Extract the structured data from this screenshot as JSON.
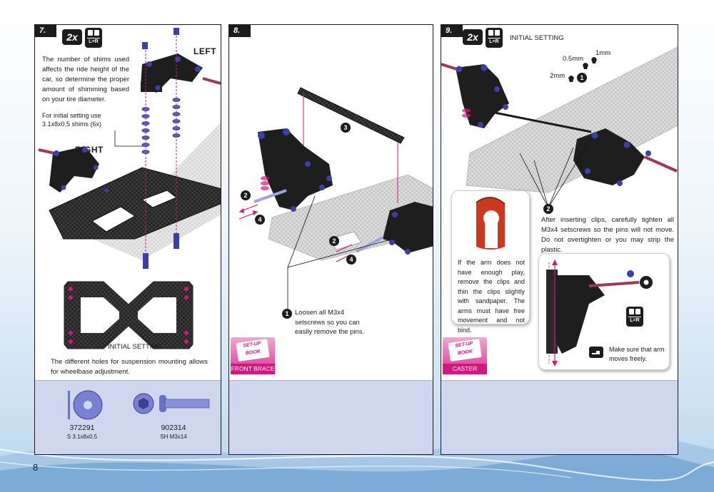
{
  "page_number": "8",
  "step7": {
    "number": "7.",
    "qty_badge": "2x",
    "lr_label": "L=R",
    "label_left": "LEFT",
    "label_right": "RIGHT",
    "text_shims": "The number of shims used affects the ride height of the car, so determine the proper amount of shimming based on your tire diameter.",
    "text_initial": "For initial setting use 3.1x8x0.5 shims (6x)",
    "plate_label": "INITIAL SETTING",
    "text_holes": "The different holes for suspension mounting allows for wheelbase adjustment.",
    "parts": [
      {
        "code": "372291",
        "desc": "S 3.1x8x0.5"
      },
      {
        "code": "902314",
        "desc": "SH M3x14"
      }
    ]
  },
  "step8": {
    "number": "8.",
    "callout_1": "Loosen all M3x4 setscrews so you can easily remove the pins.",
    "marker_1": "1",
    "marker_2": "2",
    "marker_3": "3",
    "marker_4": "4",
    "book_title": "SET-UP BOOK",
    "book_caption": "FRONT BRACE"
  },
  "step9": {
    "number": "9.",
    "qty_badge": "2x",
    "lr_label": "L=R",
    "title": "INITIAL SETTING",
    "clip_05": "0.5mm",
    "clip_1": "1mm",
    "clip_2": "2mm",
    "marker_1": "1",
    "marker_2": "2",
    "text_tighten": "After inserting clips, carefully tighten all M3x4 setscrews so the pins will not move. Do not overtighten or you may strip the plastic.",
    "text_play": "If the arm does not have enough play, remove the clips and thin the clips slightly with sandpaper. The arms must have free movement and not bind.",
    "text_free": "Make sure that arm moves freely.",
    "book_title": "SET-UP BOOK",
    "book_caption": "CASTER"
  },
  "colors": {
    "chassis": "#2a2a2a",
    "plastic": "#1e1e1e",
    "screw": "#3b3fa8",
    "magenta": "#d1187f",
    "parts_bg": "#ced7ee"
  }
}
